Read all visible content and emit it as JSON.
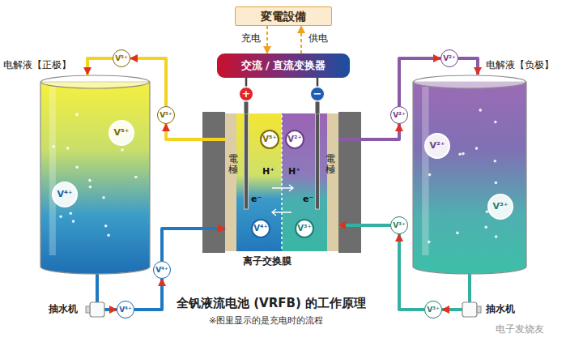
{
  "diagram": {
    "title": "全钒液流电池 (VRFB) 的工作原理",
    "caption": "※图里显示的是充电时的流程",
    "nodes": [
      {
        "text": [
          "変電設備"
        ]
      },
      {
        "text": [
          "交流 / 直流变换器"
        ]
      },
      {
        "text": [
          "+"
        ]
      },
      {
        "text": [
          "−"
        ]
      },
      {
        "text": [
          "电解液【正极】"
        ]
      },
      {
        "text": [
          "V⁵⁺"
        ],
        "in": 4
      },
      {
        "text": [
          "V⁴⁺"
        ],
        "in": 4
      },
      {
        "text": [
          "电解液【负极】"
        ]
      },
      {
        "text": [
          "V²⁺"
        ],
        "in": 7
      },
      {
        "text": [
          "V³⁺"
        ],
        "in": 7
      },
      {
        "text": [
          "電極",
          "e⁻",
          "H⁺"
        ]
      },
      {
        "text": [
          "V⁵⁺"
        ],
        "in": 10
      },
      {
        "text": [
          "V⁴⁺"
        ],
        "in": 10
      },
      {
        "text": [
          "電極",
          "e⁻",
          "H⁺"
        ]
      },
      {
        "text": [
          "V²⁺"
        ],
        "in": 13
      },
      {
        "text": [
          "V³⁺"
        ],
        "in": 13
      },
      {
        "text": [
          "V⁵⁺"
        ]
      },
      {
        "text": [
          "V⁵⁺"
        ]
      },
      {
        "text": [
          "V⁴⁺"
        ]
      },
      {
        "text": [
          "V⁴⁺"
        ]
      },
      {
        "text": [
          "V²⁺"
        ]
      },
      {
        "text": [
          "V²⁺"
        ]
      },
      {
        "text": [
          "V³⁺"
        ]
      },
      {
        "text": [
          "V³⁺"
        ]
      }
    ],
    "edges": [
      {
        "from": 0,
        "to": 1,
        "label": "充电",
        "arrow": "to"
      },
      {
        "from": 1,
        "to": 0,
        "label": "供电",
        "arrow": "to"
      },
      {
        "from": 1,
        "to": 2,
        "arrow": "none"
      },
      {
        "from": 1,
        "to": 3,
        "arrow": "none"
      },
      {
        "from": 2,
        "to": 10,
        "arrow": "none"
      },
      {
        "from": 3,
        "to": 13,
        "arrow": "none"
      },
      {
        "from": 10,
        "to": 16,
        "arrow": "to"
      },
      {
        "from": 16,
        "to": 17,
        "arrow": "to"
      },
      {
        "from": 17,
        "to": 4,
        "arrow": "to"
      },
      {
        "from": 4,
        "to": 19,
        "arrow": "to"
      },
      {
        "from": 19,
        "to": 18,
        "arrow": "to"
      },
      {
        "from": 18,
        "to": 10,
        "arrow": "to"
      },
      {
        "from": 13,
        "to": 20,
        "arrow": "to"
      },
      {
        "from": 20,
        "to": 21,
        "arrow": "to"
      },
      {
        "from": 21,
        "to": 7,
        "arrow": "to"
      },
      {
        "from": 7,
        "to": 23,
        "arrow": "to"
      },
      {
        "from": 23,
        "to": 22,
        "arrow": "to"
      },
      {
        "from": 22,
        "to": 13,
        "arrow": "to"
      }
    ],
    "labels": [
      "离子交换膜",
      "抽水机",
      "抽水机",
      "电子发烧友"
    ]
  }
}
